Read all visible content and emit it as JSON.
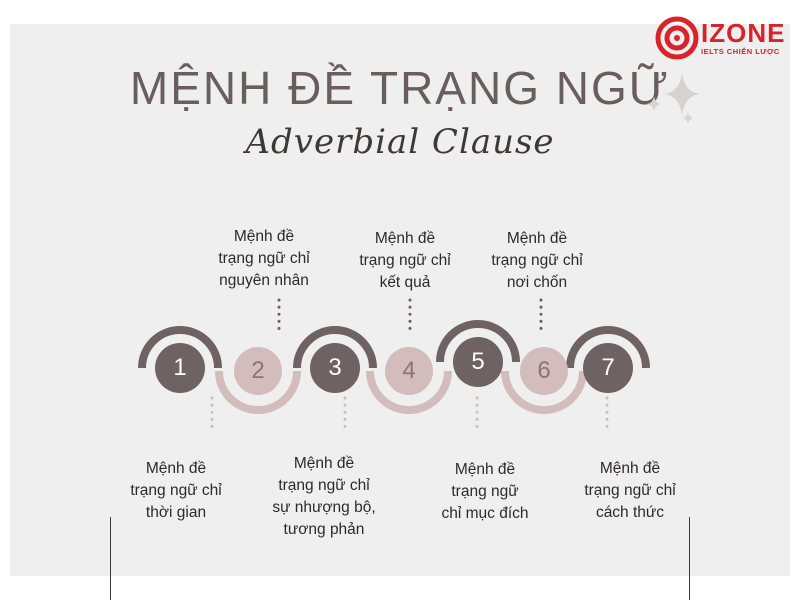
{
  "title": "MỆNH ĐỀ TRẠNG NGỮ",
  "subtitle": "Adverbial Clause",
  "logo": {
    "name": "IZONE",
    "tagline": "IELTS CHIẾN LƯỢC",
    "color": "#d8232a"
  },
  "colors": {
    "dark_circle": "#6e6262",
    "light_circle": "#d2bcbc",
    "dark_arc": "#6e6262",
    "light_arc": "#d2bcbc",
    "background": "#efefef"
  },
  "steps": [
    {
      "number": "1",
      "label_lines": [
        "Mệnh đề",
        "trạng ngữ chỉ",
        "thời gian"
      ]
    },
    {
      "number": "2",
      "label_lines": [
        "Mệnh đề",
        "trạng ngữ chỉ",
        "nguyên nhân"
      ]
    },
    {
      "number": "3",
      "label_lines": [
        "Mệnh đề",
        "trạng ngữ chỉ",
        "sự nhượng bộ,",
        "tương phản"
      ]
    },
    {
      "number": "4",
      "label_lines": [
        "Mệnh đề",
        "trạng ngữ chỉ",
        "kết quả"
      ]
    },
    {
      "number": "5",
      "label_lines": [
        "Mệnh đề",
        "trạng ngữ",
        "chỉ mục đích"
      ]
    },
    {
      "number": "6",
      "label_lines": [
        "Mệnh đề",
        "trạng ngữ chỉ",
        "nơi chốn"
      ]
    },
    {
      "number": "7",
      "label_lines": [
        "Mệnh đề",
        "trạng ngữ chỉ",
        "cách thức"
      ]
    }
  ]
}
